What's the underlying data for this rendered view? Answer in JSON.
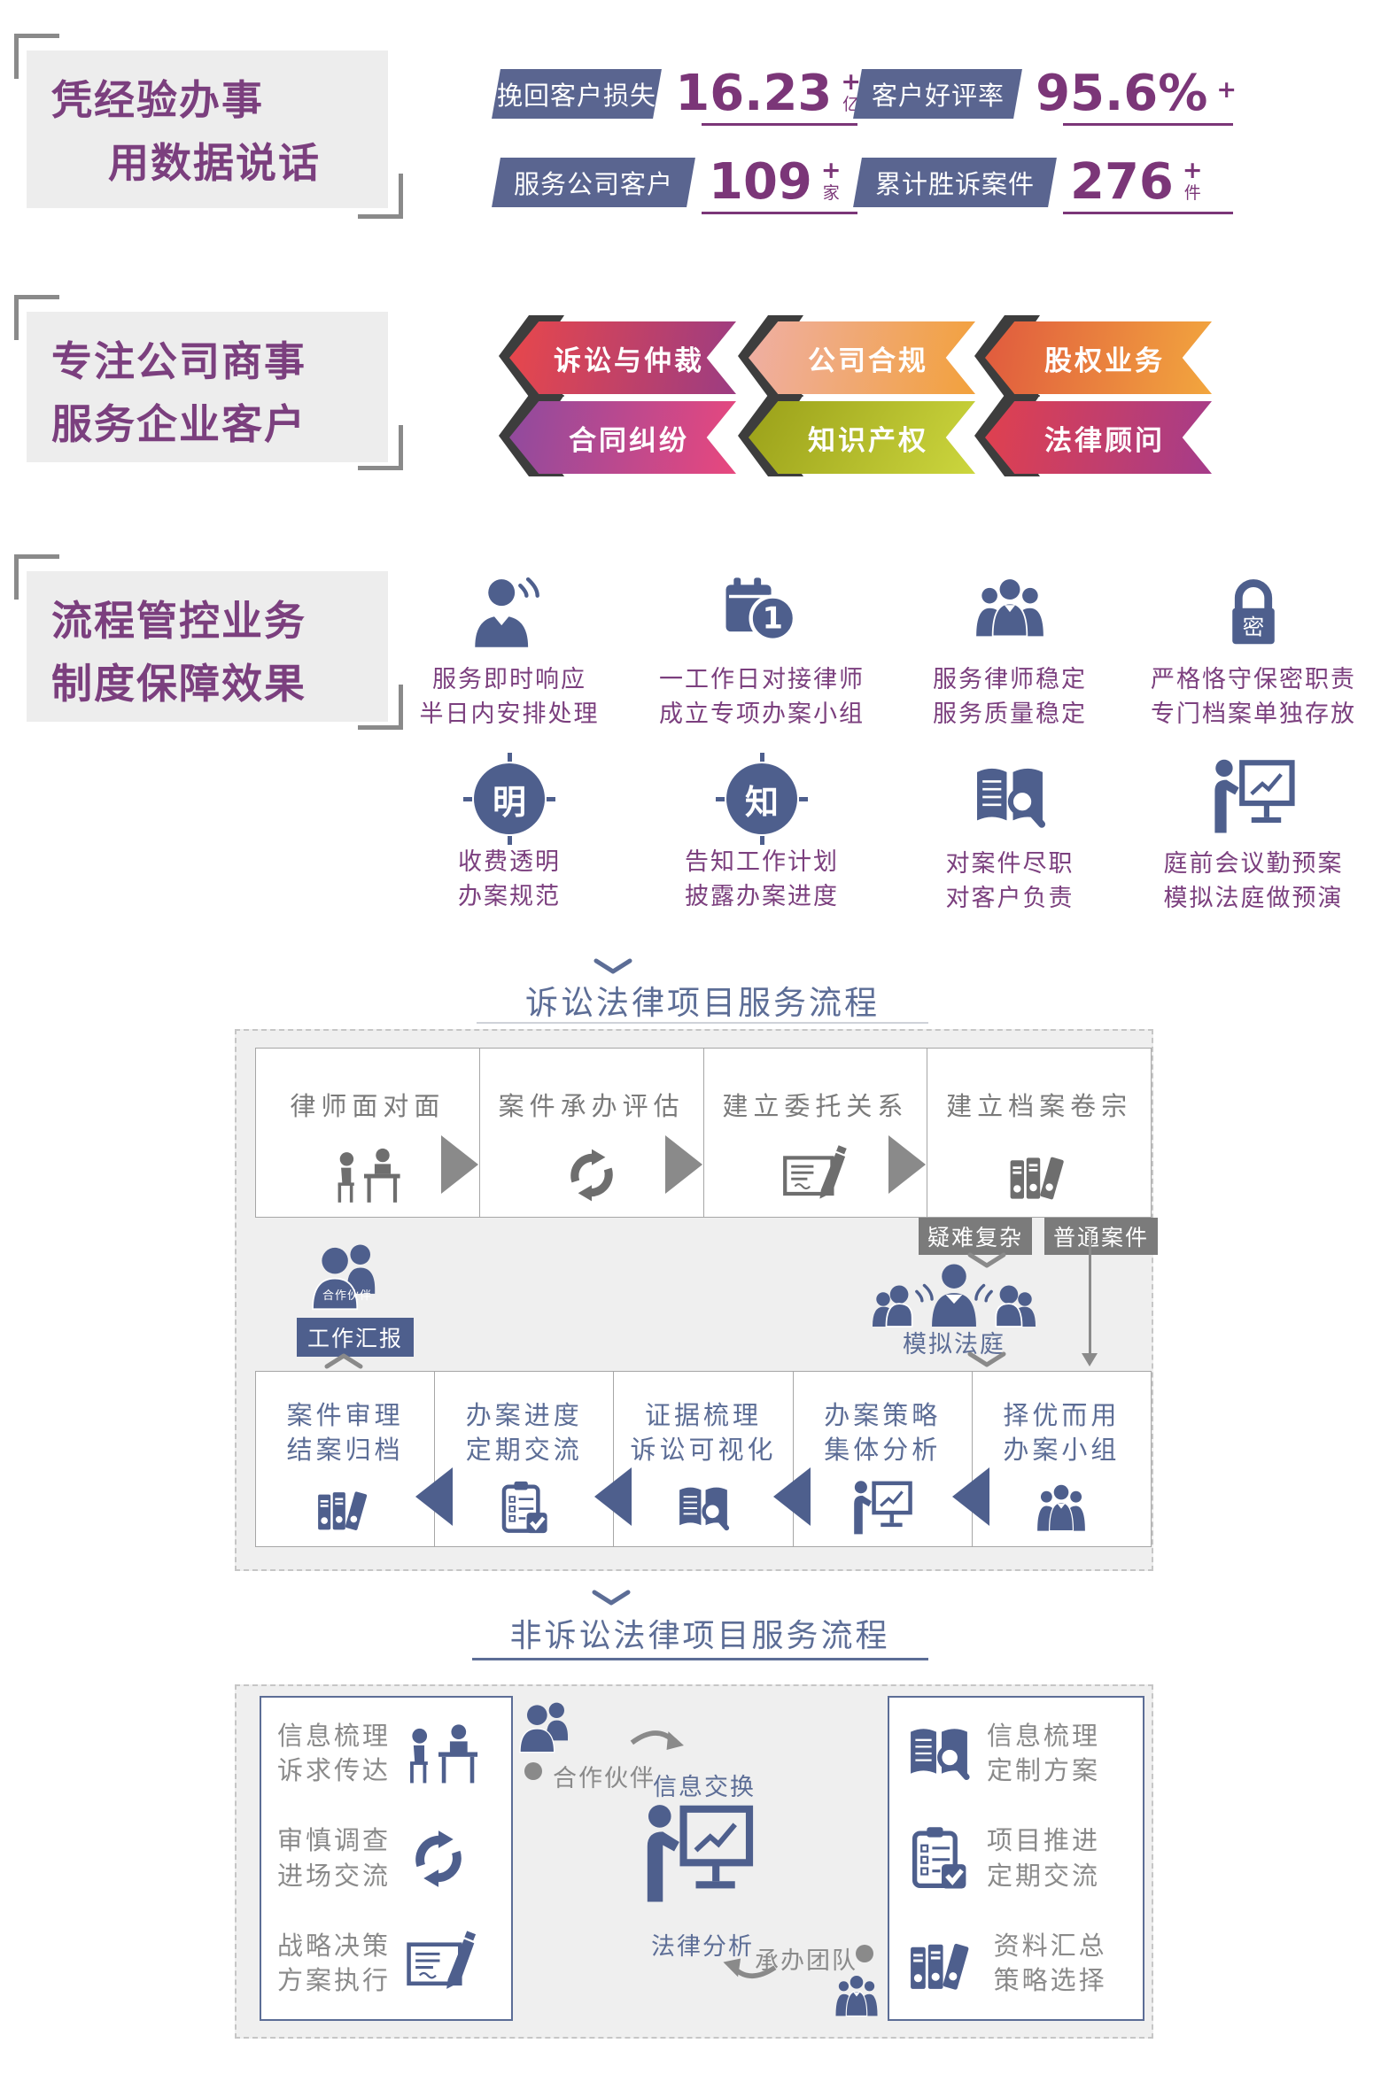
{
  "colors": {
    "title_purple": "#7b3f7e",
    "stat_number_purple": "#7b3678",
    "stat_label_blue": "#5a6590",
    "icon_blue": "#4e5f8d",
    "flow_blue": "#5c6d96",
    "flow_gray": "#7a7a7a",
    "branch_gray": "#7b7b7b",
    "banner_shadow": "#3d3d3d",
    "banner_gradients": [
      [
        "#e8474b",
        "#9c3c82"
      ],
      [
        "#efafa4",
        "#f2a13c"
      ],
      [
        "#e05a3e",
        "#f2a63e"
      ],
      [
        "#8f4a9e",
        "#e8487e"
      ],
      [
        "#9aa019",
        "#ccd63e"
      ],
      [
        "#e0404e",
        "#a53c8a"
      ]
    ]
  },
  "intro": {
    "title_line1": "凭经验办事",
    "title_line2": "用数据说话",
    "stats": [
      {
        "label": "挽回客户损失",
        "value": "16.23",
        "plus": "+",
        "unit": "亿"
      },
      {
        "label": "客户好评率",
        "value": "95.6%",
        "plus": "+",
        "unit": ""
      },
      {
        "label": "服务公司客户",
        "value": "109",
        "plus": "+",
        "unit": "家"
      },
      {
        "label": "累计胜诉案件",
        "value": "276",
        "plus": "+",
        "unit": "件"
      }
    ]
  },
  "services": {
    "title_line1": "专注公司商事",
    "title_line2": "服务企业客户",
    "banners": [
      {
        "label": "诉讼与仲裁"
      },
      {
        "label": "公司合规"
      },
      {
        "label": "股权业务"
      },
      {
        "label": "合同纠纷"
      },
      {
        "label": "知识产权"
      },
      {
        "label": "法律顾问"
      }
    ]
  },
  "guarantee": {
    "title_line1": "流程管控业务",
    "title_line2": "制度保障效果",
    "items": [
      {
        "line1": "服务即时响应",
        "line2": "半日内安排处理"
      },
      {
        "line1": "一工作日对接律师",
        "line2": "成立专项办案小组"
      },
      {
        "line1": "服务律师稳定",
        "line2": "服务质量稳定"
      },
      {
        "line1": "严格恪守保密职责",
        "line2": "专门档案单独存放"
      },
      {
        "badge": "明",
        "line1": "收费透明",
        "line2": "办案规范"
      },
      {
        "badge": "知",
        "line1": "告知工作计划",
        "line2": "披露办案进度"
      },
      {
        "line1": "对案件尽职",
        "line2": "对客户负责"
      },
      {
        "line1": "庭前会议勤预案",
        "line2": "模拟法庭做预演"
      }
    ]
  },
  "litigation": {
    "heading": "诉讼法律项目服务流程",
    "top_steps": [
      {
        "label": "律师面对面"
      },
      {
        "label": "案件承办评估"
      },
      {
        "label": "建立委托关系"
      },
      {
        "label": "建立档案卷宗"
      }
    ],
    "branch_complex": "疑难复杂",
    "branch_normal": "普通案件",
    "partner_label": "合作伙伴",
    "report_label": "工作汇报",
    "mock_court_label": "模拟法庭",
    "bottom_steps": [
      {
        "line1": "案件审理",
        "line2": "结案归档"
      },
      {
        "line1": "办案进度",
        "line2": "定期交流"
      },
      {
        "line1": "证据梳理",
        "line2": "诉讼可视化"
      },
      {
        "line1": "办案策略",
        "line2": "集体分析"
      },
      {
        "line1": "择优而用",
        "line2": "办案小组"
      }
    ]
  },
  "nonlitigation": {
    "heading": "非诉讼法律项目服务流程",
    "left_steps": [
      {
        "line1": "信息梳理",
        "line2": "诉求传达"
      },
      {
        "line1": "审慎调查",
        "line2": "进场交流"
      },
      {
        "line1": "战略决策",
        "line2": "方案执行"
      }
    ],
    "partner_label": "合作伙伴",
    "exchange_label": "信息交换",
    "analysis_label": "法律分析",
    "team_label": "承办团队",
    "right_steps": [
      {
        "line1": "信息梳理",
        "line2": "定制方案"
      },
      {
        "line1": "项目推进",
        "line2": "定期交流"
      },
      {
        "line1": "资料汇总",
        "line2": "策略选择"
      }
    ]
  }
}
